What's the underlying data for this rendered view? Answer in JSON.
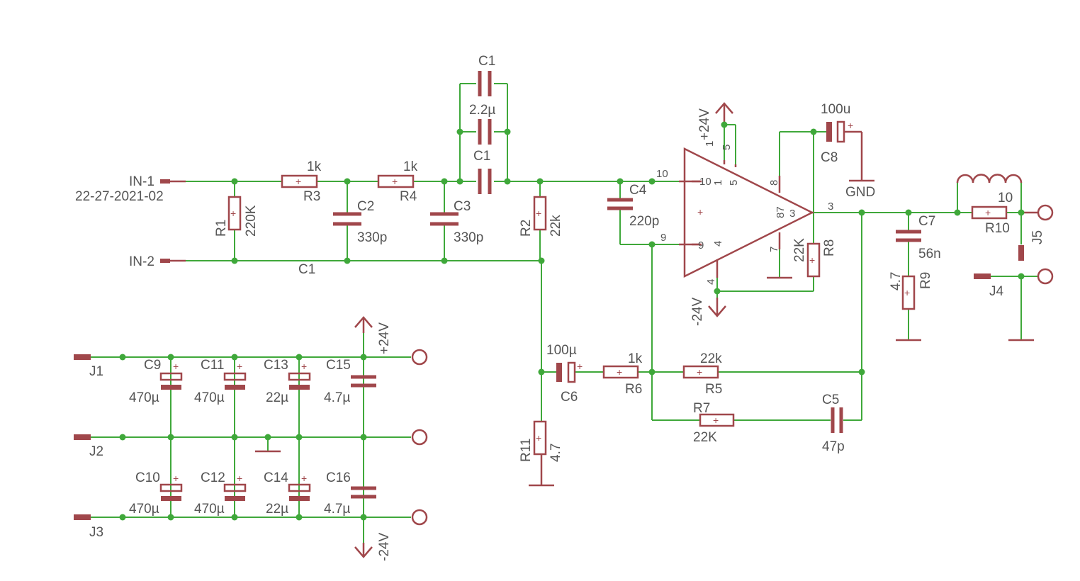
{
  "labels": {
    "in1": "IN-1",
    "in1_part": "22-27-2021-02",
    "in2": "IN-2",
    "r1": "R1",
    "r1_val": "220K",
    "r3_val": "1k",
    "r3": "R3",
    "r4_val": "1k",
    "r4": "R4",
    "c2": "C2",
    "c2_val": "330p",
    "c3": "C3",
    "c3_val": "330p",
    "c1_top": "C1",
    "c1_val": "2.2µ",
    "c1_mid": "C1",
    "c1_bot": "C1",
    "r2": "R2",
    "r2_val": "22k",
    "c4": "C4",
    "c4_val": "220p",
    "pos24_top": "+24V",
    "neg24_op": "-24V",
    "c8_val": "100u",
    "c8": "C8",
    "gnd": "GND",
    "r8": "R8",
    "r8_val": "22K",
    "c7": "C7",
    "c7_val": "56n",
    "r9": "R9",
    "r9_val": "4.7",
    "r10_val": "10",
    "r10": "R10",
    "j5": "J5",
    "j4": "J4",
    "c6_val": "100µ",
    "c6": "C6",
    "r6_val": "1k",
    "r6": "R6",
    "r5_val": "22k",
    "r5": "R5",
    "r7": "R7",
    "r7_val": "22K",
    "c5": "C5",
    "c5_val": "47p",
    "r11": "R11",
    "r11_val": "4.7",
    "j1": "J1",
    "j2": "J2",
    "j3": "J3",
    "c9": "C9",
    "c9_val": "470µ",
    "c11": "C11",
    "c11_val": "470µ",
    "c13": "C13",
    "c13_val": "22µ",
    "c15": "C15",
    "c15_val": "4.7µ",
    "c10": "C10",
    "c10_val": "470µ",
    "c12": "C12",
    "c12_val": "470µ",
    "c14": "C14",
    "c14_val": "22µ",
    "c16": "C16",
    "c16_val": "4.7µ",
    "pos24_psu": "+24V",
    "neg24_psu": "-24V"
  },
  "pins": {
    "p10": "10",
    "p10i": "10",
    "p1": "1",
    "p5": "5",
    "p5a": "5",
    "p8": "8",
    "p87": "87",
    "p3": "3",
    "p3a": "3",
    "p9": "9",
    "p9i": "9",
    "p4": "4",
    "p4a": "4",
    "p7": "7",
    "p1a": "1"
  },
  "colors": {
    "wire": "#3fa83a",
    "component": "#a0474b",
    "text": "#555555"
  }
}
